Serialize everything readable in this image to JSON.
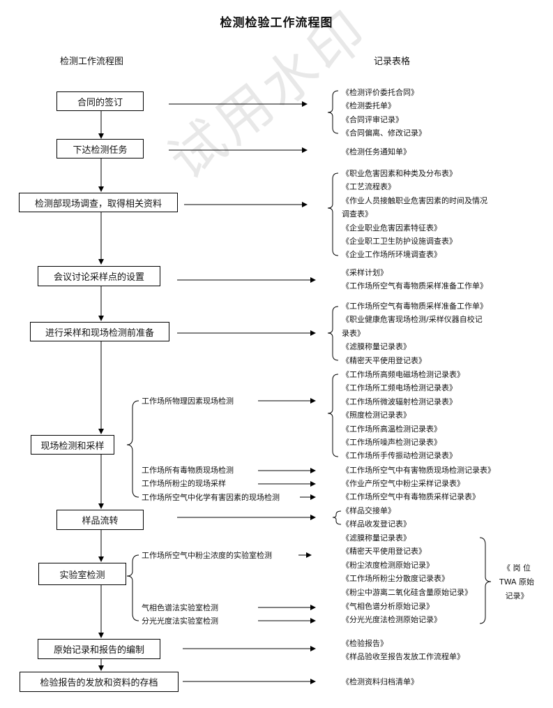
{
  "title": "检测检验工作流程图",
  "headers": {
    "left": "检测工作流程图",
    "right": "记录表格"
  },
  "watermark": "试用水印",
  "steps": [
    "合同的签订",
    "下达检测任务",
    "检测部现场调查，取得相关资料",
    "会议讨论采样点的设置",
    "进行采样和现场检测前准备",
    "现场检测和采样",
    "样品流转",
    "实验室检测",
    "原始记录和报告的编制",
    "检验报告的发放和资料的存档"
  ],
  "substeps": {
    "field": [
      "工作场所物理因素现场检测",
      "工作场所有毒物质现场检测",
      "工作场所粉尘的现场采样",
      "工作场所空气中化学有害因素的现场检测"
    ],
    "lab": [
      "工作场所空气中粉尘浓度的实验室检测",
      "气相色谱法实验室检测",
      "分光光度法实验室检测"
    ]
  },
  "records": {
    "contract": [
      "《检测评价委托合同》",
      "《检测委托单》",
      "《合同评审记录》",
      "《合同偏离、修改记录》"
    ],
    "task": [
      "《检测任务通知单》"
    ],
    "survey": [
      "《职业危害因素和种类及分布表》",
      "《工艺流程表》",
      "《作业人员接触职业危害因素的时间及情况",
      "调查表》",
      "《企业职业危害因素特征表》",
      "《企业职工卫生防护设施调查表》",
      "《企业工作场所环境调查表》"
    ],
    "meeting": [
      "《采样计划》",
      "《工作场所空气有毒物质采样准备工作单》"
    ],
    "prep": [
      "《工作场所空气有毒物质采样准备工作单》",
      "《职业健康危害现场检测/采样仪器自校记",
      "录表》",
      "《滤膜称量记录表》",
      "《精密天平使用登记表》"
    ],
    "physical": [
      "《工作场所高频电磁场检测记录表》",
      "《工作场所工频电场检测记录表》",
      "《工作场所微波辐射检测记录表》",
      "《照度检测记录表》",
      "《工作场所高温检测记录表》",
      "《工作场所噪声检测记录表》",
      "《工作场所手传振动检测记录表》"
    ],
    "toxic": [
      "《工作场所空气中有害物质现场检测记录表》"
    ],
    "dust": [
      "《作业产所空气中粉尘采样记录表》"
    ],
    "chem": [
      "《工作场所空气中有毒物质采样记录表》"
    ],
    "sample": [
      "《样品交接单》",
      "《样品收发登记表》"
    ],
    "lab_dust": [
      "《滤膜称量记录表》",
      "《精密天平使用登记表》",
      "《粉尘浓度检测原始记录》",
      "《工作场所粉尘分散度记录表》",
      "《粉尘中游离二氧化硅含量原始记录》"
    ],
    "gc": [
      "《气相色谱分析原始记录》"
    ],
    "spectro": [
      "《分光光度法检测原始记录》"
    ],
    "report": [
      "《检验报告》",
      "《样品验收至报告发放工作流程单》"
    ],
    "archive": [
      "《检测资料归档清单》"
    ]
  },
  "twa_note": [
    "《 岗 位",
    "TWA 原始",
    "记录》"
  ]
}
